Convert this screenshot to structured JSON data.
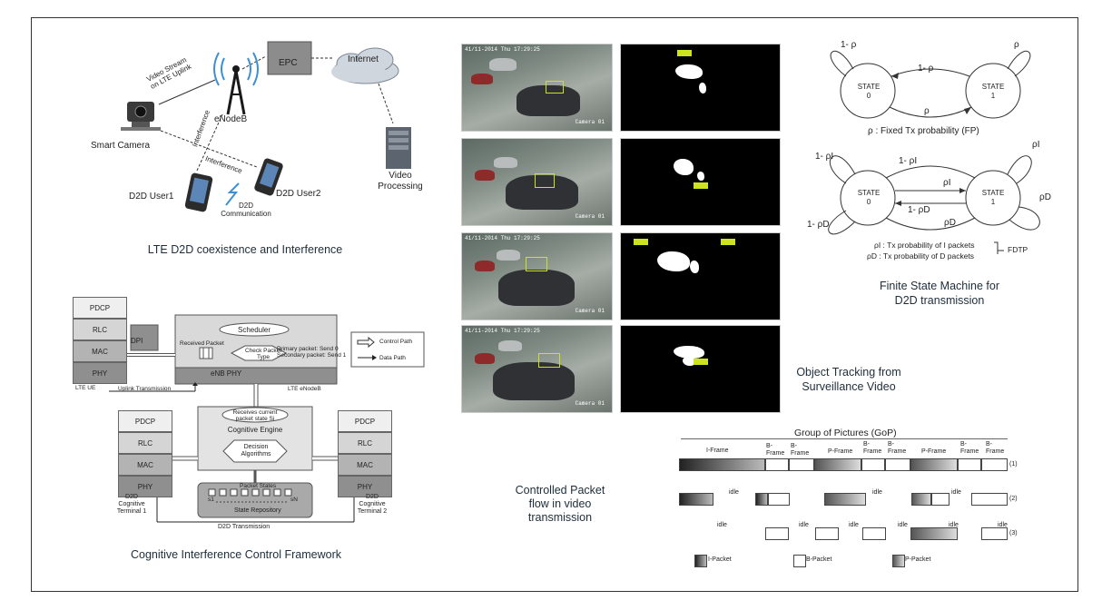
{
  "coexistence": {
    "epc": "EPC",
    "internet": "Internet",
    "enodeb": "eNodeB",
    "smart_camera": "Smart Camera",
    "video_stream_1": "Video Stream",
    "video_stream_2": "on LTE Uplink",
    "interference": "Interference",
    "d2d_user1": "D2D User1",
    "d2d_user2": "D2D User2",
    "d2d_comm_1": "D2D",
    "d2d_comm_2": "Communication",
    "video_processing_1": "Video",
    "video_processing_2": "Processing",
    "caption": "LTE D2D coexistence and Interference"
  },
  "framework": {
    "ue_layers": [
      "PDCP",
      "RLC",
      "MAC",
      "PHY"
    ],
    "dpi": "DPI",
    "lte_ue": "LTE UE",
    "uplink": "Uplink Transmission",
    "scheduler": "Scheduler",
    "received_packet": "Received Packet",
    "check_packet_1": "Check Packet",
    "check_packet_2": "Type",
    "primary_packet": "Primary packet: Send 0",
    "secondary_packet": "Secondary packet: Send 1",
    "enb_phy": "eNB  PHY",
    "lte_enodeb": "LTE eNodeB",
    "legend_control": "Control Path",
    "legend_data": "Data Path",
    "receives_1": "Receives current",
    "receives_2": "packet state Si",
    "cognitive_engine": "Cognitive Engine",
    "decision_1": "Decision",
    "decision_2": "Algorithms",
    "packet_states": "Packet States",
    "s1": "s1",
    "sn": "sN",
    "state_repository": "State Repository",
    "t1_layers": [
      "PDCP",
      "RLC",
      "MAC",
      "PHY"
    ],
    "t2_layers": [
      "PDCP",
      "RLC",
      "MAC",
      "PHY"
    ],
    "terminal1": [
      "D2D",
      "Cognitive",
      "Terminal 1"
    ],
    "terminal2": [
      "D2D",
      "Cognitive",
      "Terminal 2"
    ],
    "d2d_transmission": "D2D Transmission",
    "caption": "Cognitive Interference Control Framework"
  },
  "tracking": {
    "timestamps": [
      "41/11-2014 Thu 17:29:25",
      "",
      "41/11-2014 Thu 17:29:25",
      "41/11-2014 Thu 17:29:25"
    ],
    "camera_labels": [
      "Camera 01",
      "Camera 01",
      "Camera 01",
      "Camera 01"
    ],
    "caption_1": "Object Tracking from",
    "caption_2": "Surveillance Video"
  },
  "fsm": {
    "fp": {
      "state0": [
        "STATE",
        "0"
      ],
      "state1": [
        "STATE",
        "1"
      ],
      "self0": "1- ρ",
      "self1": "ρ",
      "t01": "ρ",
      "t10": "1- ρ",
      "legend": "ρ : Fixed Tx probability (FP)"
    },
    "fdtp": {
      "state0": [
        "STATE",
        "0"
      ],
      "state1": [
        "STATE",
        "1"
      ],
      "self0_top": "1- ρI",
      "self0_bot": "1- ρD",
      "self1_top": "ρI",
      "self1_bot": "ρD",
      "arc_top": "1- ρI",
      "mid_top": "ρI",
      "mid_bot": "1- ρD",
      "arc_bot": "ρD",
      "legend_i": "ρI : Tx probability of I packets",
      "legend_d": "ρD : Tx probability of D packets",
      "fdtp": "FDTP"
    },
    "caption_1": "Finite State Machine for",
    "caption_2": "D2D transmission"
  },
  "gop": {
    "title": "Group of Pictures (GoP)",
    "labels": [
      {
        "text": "I-Frame"
      },
      {
        "text": "B-Frame"
      },
      {
        "text": "B-Frame"
      },
      {
        "text": "P-Frame"
      },
      {
        "text": "B-Frame"
      },
      {
        "text": "B-Frame"
      },
      {
        "text": "P-Frame"
      },
      {
        "text": "B-Frame"
      },
      {
        "text": "B-Frame"
      }
    ],
    "row_labels": [
      "(1)",
      "(2)",
      "(3)"
    ],
    "idle": "idle",
    "legend_i": "I-Packet",
    "legend_b": "B-Packet",
    "legend_p": "P-Packet",
    "caption_1": "Controlled Packet",
    "caption_2": "flow in video",
    "caption_3": "transmission"
  }
}
